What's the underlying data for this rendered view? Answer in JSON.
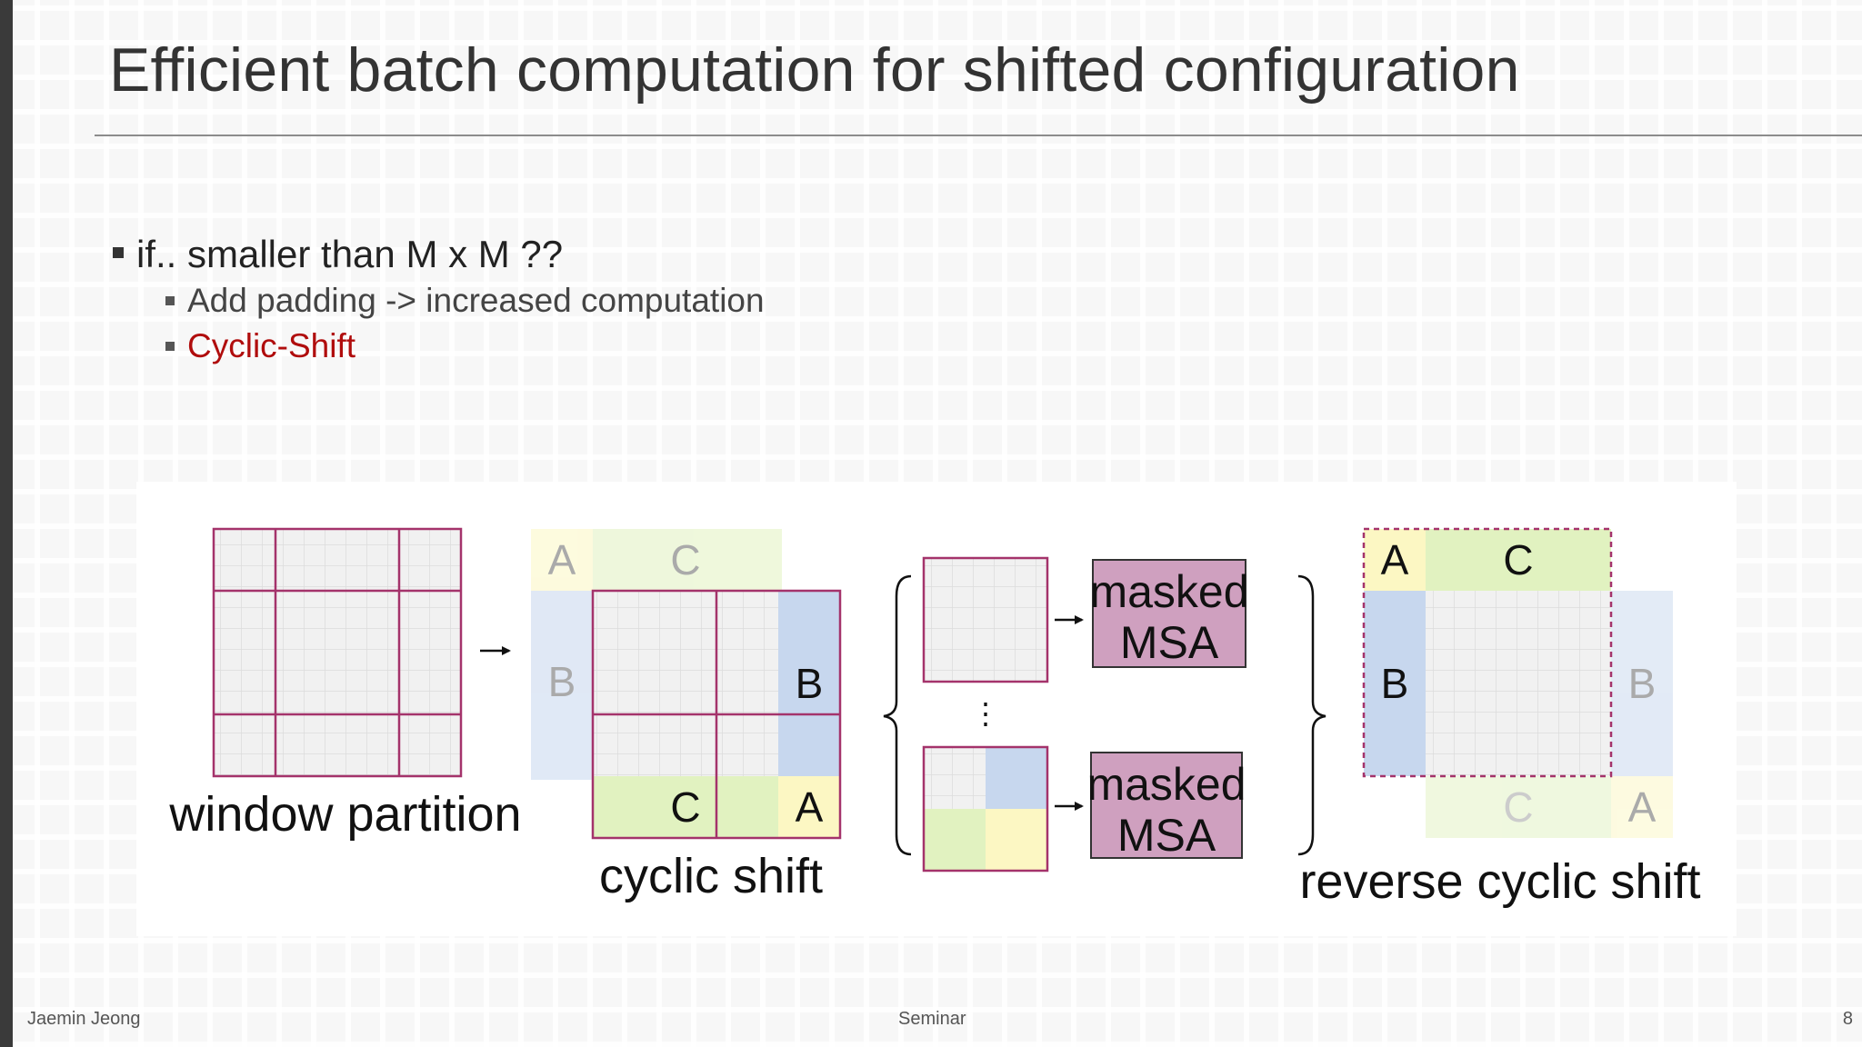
{
  "slide": {
    "title": "Efficient batch computation for shifted configuration",
    "bullets": [
      {
        "text": "if.. smaller than M x M ??"
      },
      {
        "text": "Add padding -> increased computation"
      },
      {
        "text": "Cyclic-Shift"
      }
    ],
    "footer": {
      "author": "Jaemin Jeong",
      "event": "Seminar",
      "page": "8"
    }
  },
  "diagram": {
    "window_partition_label": "window partition",
    "cyclic_shift_label": "cyclic shift",
    "reverse_cyclic_shift_label": "reverse cyclic shift",
    "masked_msa_1": {
      "line1": "masked",
      "line2": "MSA"
    },
    "masked_msa_2": {
      "line1": "masked",
      "line2": "MSA"
    },
    "region_a": "A",
    "region_b": "B",
    "region_c": "C",
    "vertical_ellipsis": "⋮",
    "colors": {
      "window_border": "#a4336b",
      "msa_fill": "#cfa0bf",
      "region_a_fill": "#fcf7c3",
      "region_b_fill": "#c7d7ee",
      "region_c_fill": "#e1f2c0",
      "grid_fill": "#f1f1f1",
      "grid_line": "#dddddd"
    }
  }
}
